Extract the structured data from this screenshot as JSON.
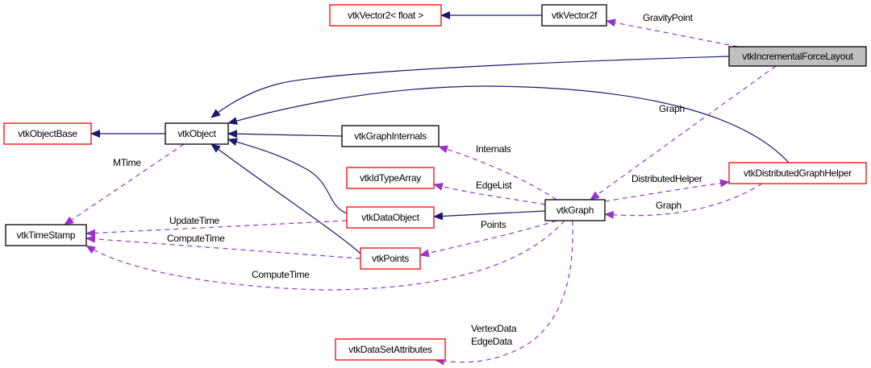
{
  "colors": {
    "inherit_edge": "#191970",
    "usage_edge": "#9a32cd",
    "undocumented_border": "#ff0000",
    "documented_border": "#000000",
    "focus_fill": "#bfbfbf"
  },
  "nodes": [
    {
      "id": "vector2float",
      "label": "vtkVector2< float >",
      "style": "red"
    },
    {
      "id": "vector2f",
      "label": "vtkVector2f",
      "style": "black"
    },
    {
      "id": "incrementalforcelayout",
      "label": "vtkIncrementalForceLayout",
      "style": "focus"
    },
    {
      "id": "objectbase",
      "label": "vtkObjectBase",
      "style": "red"
    },
    {
      "id": "object",
      "label": "vtkObject",
      "style": "black"
    },
    {
      "id": "graphinternals",
      "label": "vtkGraphInternals",
      "style": "black"
    },
    {
      "id": "idtypearray",
      "label": "vtkIdTypeArray",
      "style": "red"
    },
    {
      "id": "distributedgraphhelper",
      "label": "vtkDistributedGraphHelper",
      "style": "red"
    },
    {
      "id": "timestamp",
      "label": "vtkTimeStamp",
      "style": "black"
    },
    {
      "id": "dataobject",
      "label": "vtkDataObject",
      "style": "red"
    },
    {
      "id": "graph",
      "label": "vtkGraph",
      "style": "black"
    },
    {
      "id": "points",
      "label": "vtkPoints",
      "style": "red"
    },
    {
      "id": "datasetattributes",
      "label": "vtkDataSetAttributes",
      "style": "red"
    }
  ],
  "edge_labels": [
    "GravityPoint",
    "Graph",
    "Internals",
    "EdgeList",
    "DistributedHelper",
    "Graph",
    "Points",
    "ComputeTime",
    "VertexData",
    "EdgeData",
    "MTime",
    "UpdateTime",
    "ComputeTime"
  ]
}
